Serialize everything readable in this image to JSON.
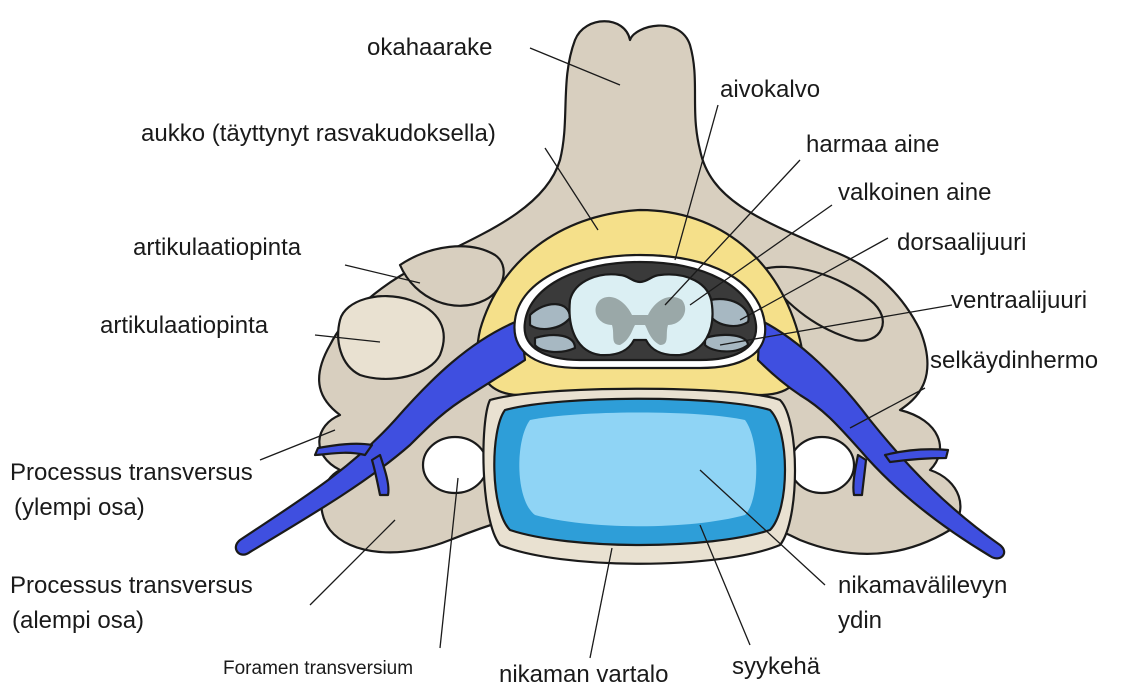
{
  "labels": {
    "okahaarake": "okahaarake",
    "aukko": "aukko (täyttynyt rasvakudoksella)",
    "aivokalvo": "aivokalvo",
    "harmaa_aine": "harmaa aine",
    "valkoinen_aine": "valkoinen aine",
    "dorsaalijuuri": "dorsaalijuuri",
    "ventraalijuuri": "ventraalijuuri",
    "selkaydinhermo": "selkäydinhermo",
    "artikulaatiopinta_1": "artikulaatiopinta",
    "artikulaatiopinta_2": "artikulaatiopinta",
    "proc_trans_ylempi_1": "Processus transversus",
    "proc_trans_ylempi_2": "(ylempi osa)",
    "proc_trans_alempi_1": "Processus transversus",
    "proc_trans_alempi_2": "(alempi osa)",
    "foramen_transversium": "Foramen transversium",
    "nikaman_vartalo": "nikaman vartalo",
    "syykeha": "syykehä",
    "nikamavalilevyn_1": "nikamavälilevyn",
    "nikamavalilevyn_2": "ydin"
  },
  "colors": {
    "bone": "#d8cfbf",
    "bone_light": "#e9e1d1",
    "fat": "#f5e08a",
    "nerve": "#3f4fe0",
    "disc_outer": "#2e9ed8",
    "disc_inner": "#8fd4f5",
    "cord_dark": "#3a3a3a",
    "white_matter": "#dbeff3",
    "gray_matter": "#9aa8a8",
    "root": "#a7b8c2"
  }
}
